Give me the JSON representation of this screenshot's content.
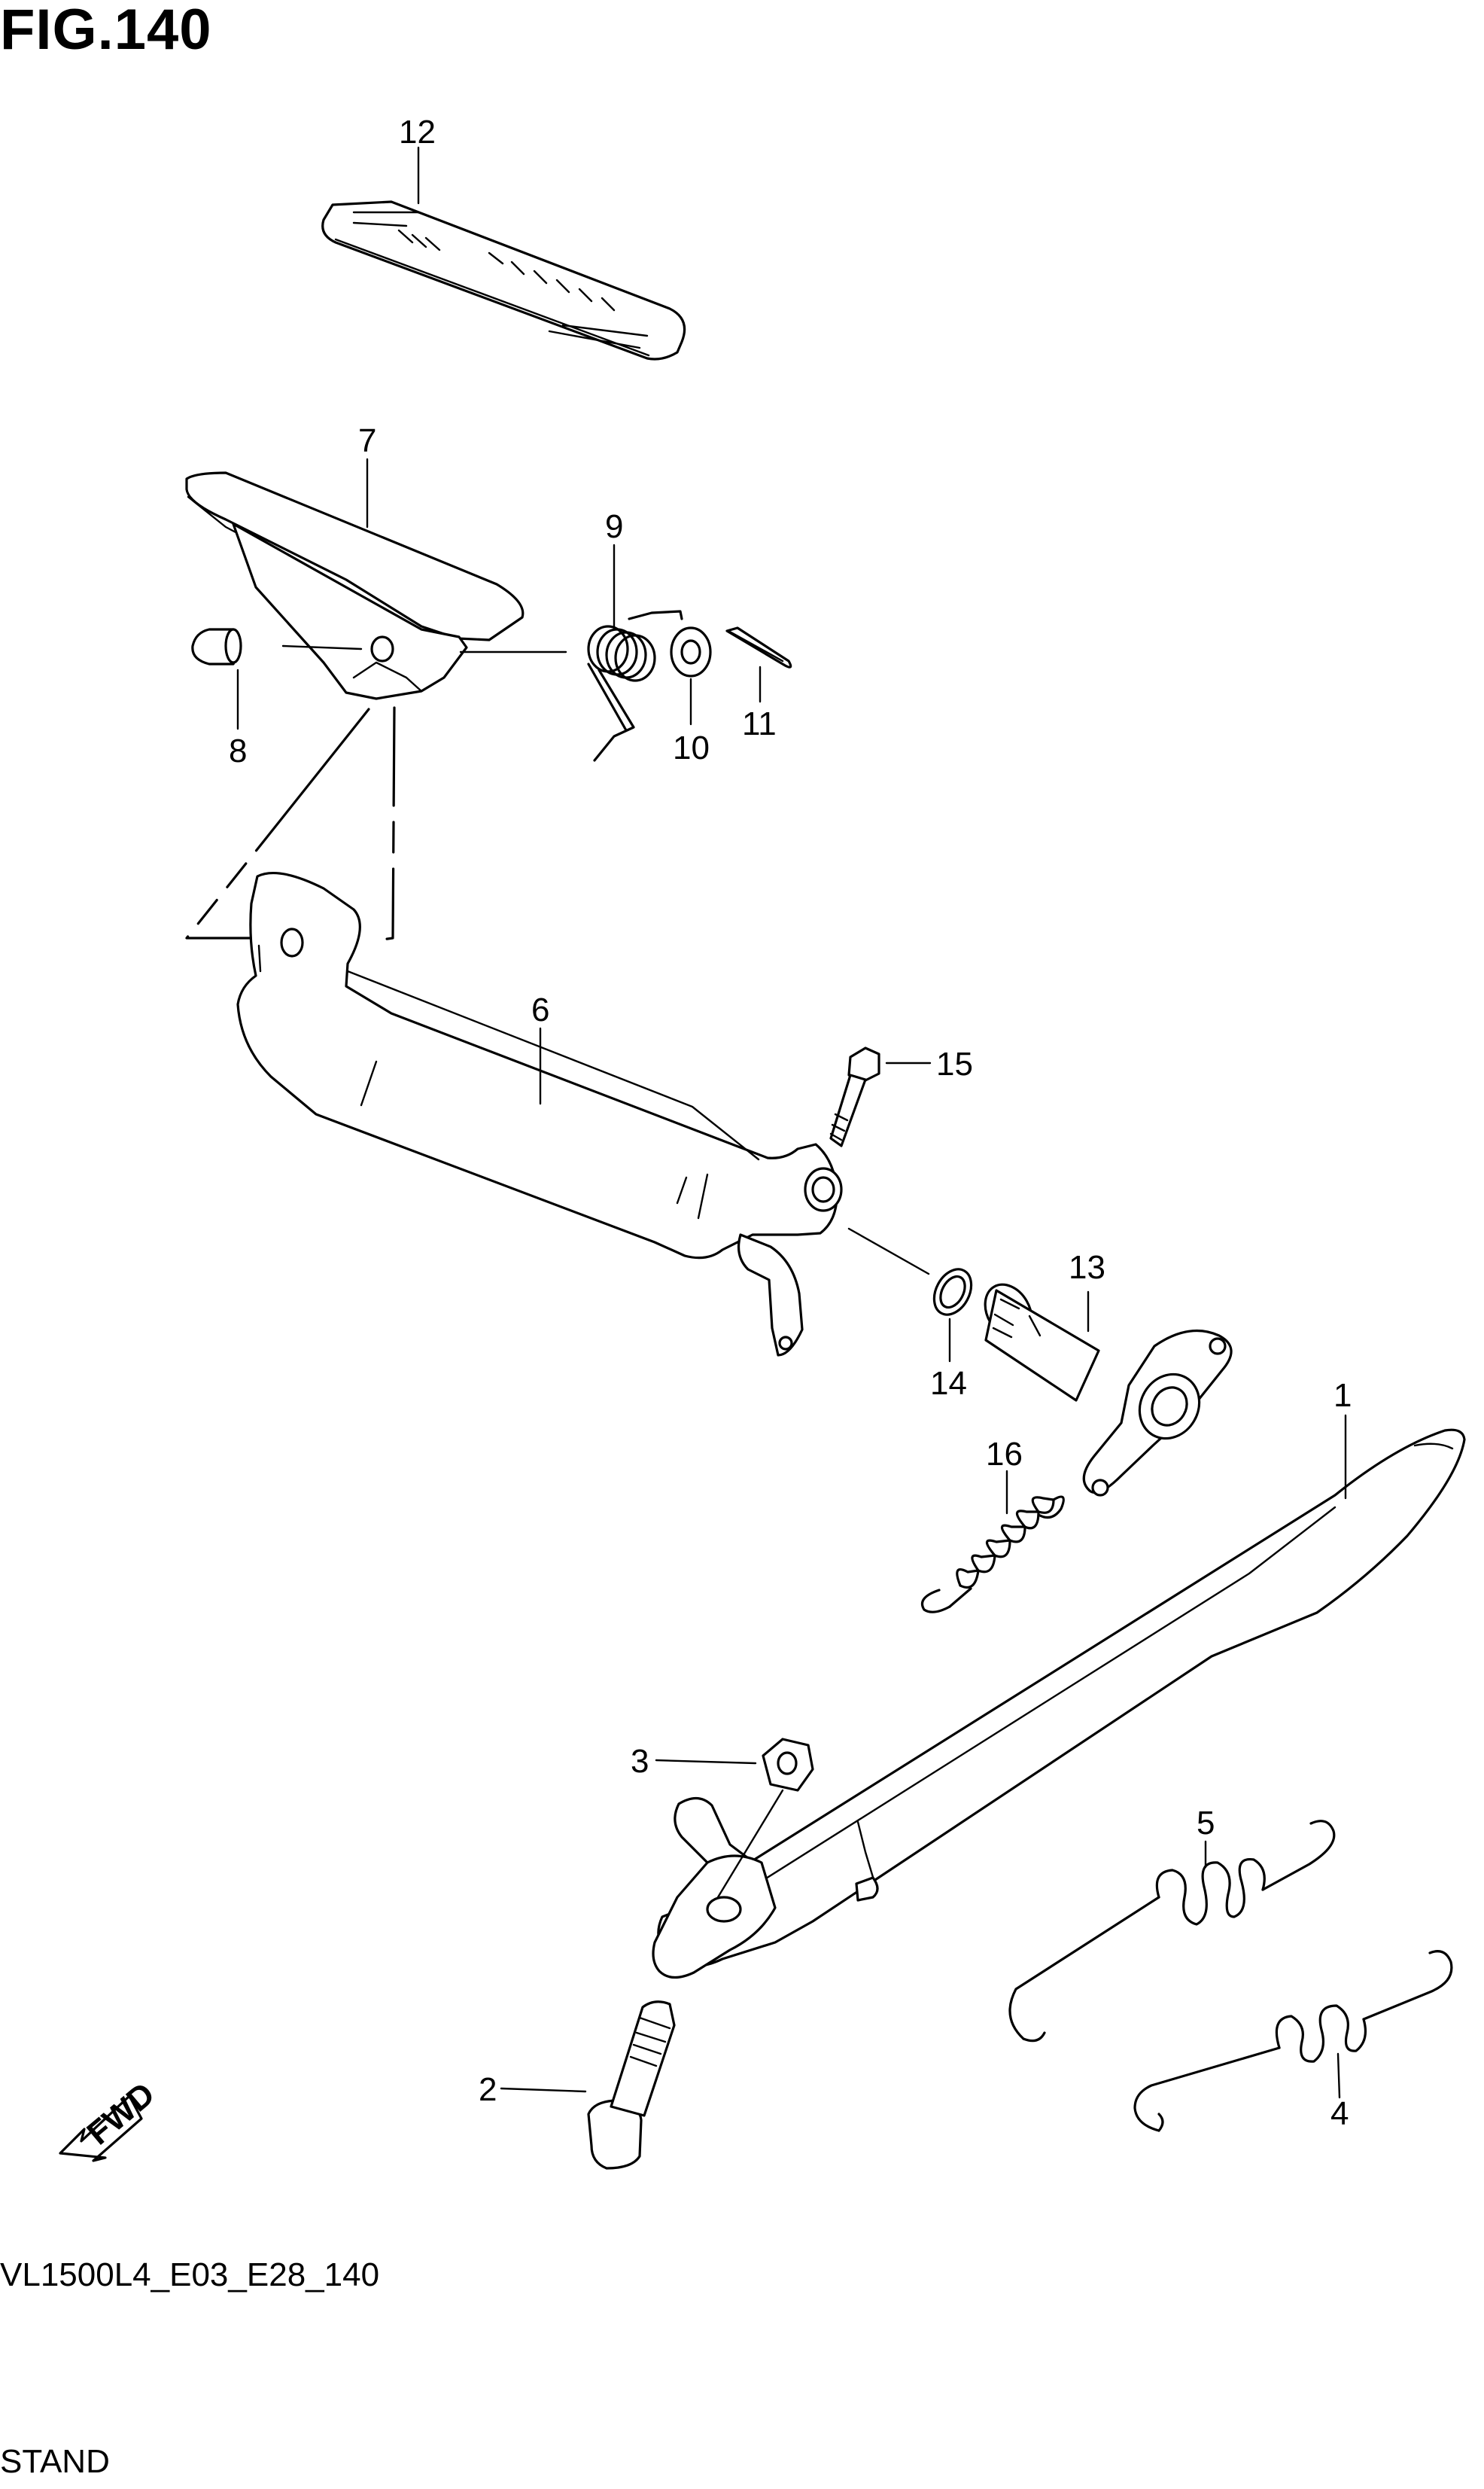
{
  "figure": {
    "title": "FIG.140"
  },
  "footer": {
    "code": "VL1500L4_E03_E28_140",
    "name": "STAND"
  },
  "fwd_arrow": {
    "text": "FWD"
  },
  "callouts": [
    {
      "id": "c1",
      "text": "1",
      "part": "side-stand"
    },
    {
      "id": "c2",
      "text": "2",
      "part": "stand-pivot-bolt"
    },
    {
      "id": "c3",
      "text": "3",
      "part": "stand-nut"
    },
    {
      "id": "c4",
      "text": "4",
      "part": "stand-spring-lower"
    },
    {
      "id": "c5",
      "text": "5",
      "part": "stand-spring-upper"
    },
    {
      "id": "c6",
      "text": "6",
      "part": "footrest-bracket"
    },
    {
      "id": "c7",
      "text": "7",
      "part": "footrest-pedal"
    },
    {
      "id": "c8",
      "text": "8",
      "part": "footrest-pin"
    },
    {
      "id": "c9",
      "text": "9",
      "part": "footrest-spring"
    },
    {
      "id": "c10",
      "text": "10",
      "part": "washer"
    },
    {
      "id": "c11",
      "text": "11",
      "part": "cotter-pin"
    },
    {
      "id": "c12",
      "text": "12",
      "part": "footrest-rubber"
    },
    {
      "id": "c13",
      "text": "13",
      "part": "bracket-shaft"
    },
    {
      "id": "c14",
      "text": "14",
      "part": "o-ring"
    },
    {
      "id": "c15",
      "text": "15",
      "part": "bolt"
    },
    {
      "id": "c16",
      "text": "16",
      "part": "shaft-spring"
    }
  ]
}
